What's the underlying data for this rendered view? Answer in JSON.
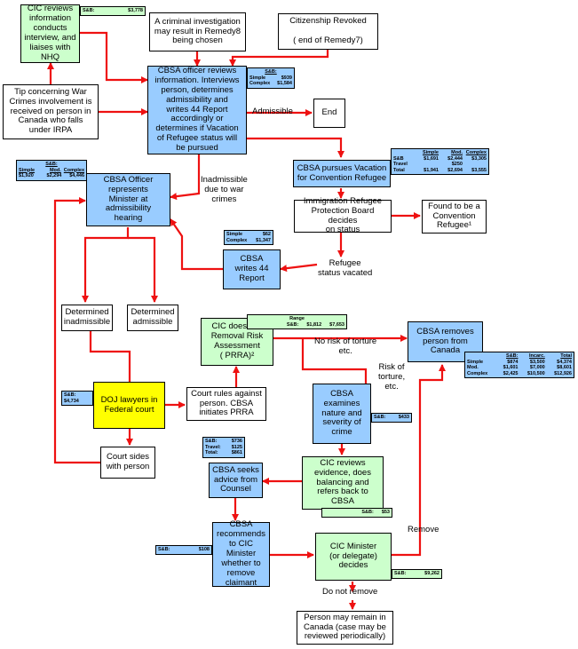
{
  "nodes": {
    "cic_reviews_top": "CIC reviews\ninformation\nconducts\ninterview, and\nliaises with\nNHQ",
    "tip": "Tip concerning War\nCrimes involvement is\nreceived on person in\nCanada who falls\nunder IRPA",
    "criminal_investigation": "A criminal investigation\nmay result in Remedy8\nbeing chosen",
    "citizenship_revoked": "Citizenship Revoked\n\n( end of Remedy7)",
    "cbsa_officer_reviews": "CBSA officer reviews\ninformation. Interviews\nperson, determines\nadmissibility and\nwrites 44 Report\naccordingly or\ndetermines if Vacation\nof Refugee status will\nbe pursued",
    "end": "End",
    "cbsa_pursues_vacation": "CBSA pursues Vacation\nfor Convention Refugee",
    "cbsa_officer_represents": "CBSA Officer\nrepresents\nMinister at\nadmissibility\nhearing",
    "irb_decides": "Immigration Refugee\nProtection Board decides\non status",
    "found_convention_refugee": "Found to be a\nConvention\nRefugee¹",
    "cbsa_writes_44": "CBSA\nwrites 44\nReport",
    "determined_inadmissible": "Determined\ninadmissible",
    "determined_admissible": "Determined\nadmissible",
    "cic_prra": "CIC does Pre\nRemoval Risk\nAssessment\n( PRRA)²",
    "cbsa_removes": "CBSA removes\nperson from\nCanada",
    "doj_lawyers": "DOJ lawyers in\nFederal court",
    "court_rules_against": "Court rules against\nperson. CBSA\ninitiates PRRA",
    "cbsa_examines": "CBSA\nexamines\nnature and\nseverity of\ncrime",
    "court_sides": "Court sides\nwith person",
    "cbsa_seeks_advice": "CBSA seeks\nadvice from\nCounsel",
    "cic_reviews_evidence": "CIC reviews\nevidence, does\nbalancing and\nrefers back to\nCBSA",
    "cbsa_recommends": "CBSA\nrecommends\nto CIC Minister\nwhether to\nremove\nclaimant",
    "cic_minister": "CIC Minister\n(or delegate)\ndecides",
    "person_may_remain": "Person may remain in\nCanada (case may be\nreviewed periodically)"
  },
  "labels": {
    "admissible": "Admissible",
    "inadmissible_war_crimes": "Inadmissible\ndue to war\ncrimes",
    "refugee_status_vacated": "Refugee\nstatus vacated",
    "no_risk_of_torture": "No risk of torture\netc.",
    "risk_of_torture": "Risk of\ntorture,\netc.",
    "remove": "Remove",
    "do_not_remove": "Do not remove"
  },
  "costs": {
    "cic_reviews_top": {
      "label": "S&B:",
      "value": "$3,778"
    },
    "cbsa_officer_reviews": {
      "title": "S&B:",
      "rows": [
        [
          "Simple",
          "$939"
        ],
        [
          "Complex",
          "$1,584"
        ]
      ]
    },
    "cbsa_pursues_vacation": {
      "headers": [
        "Simple",
        "Mod.",
        "Complex"
      ],
      "rows": [
        [
          "S&B",
          "$1,691",
          "$2,444",
          "$3,305"
        ],
        [
          "Travel",
          "",
          "$250",
          ""
        ],
        [
          "Total",
          "$1,941",
          "$2,694",
          "$3,555"
        ]
      ]
    },
    "cbsa_officer_represents": {
      "title": "S&B:",
      "headers": [
        "Simple",
        "Mod.",
        "Complex"
      ],
      "values": [
        "$1,920",
        "$2,294",
        "$4,446"
      ]
    },
    "cbsa_writes_44": {
      "rows": [
        [
          "Simple",
          "$62"
        ],
        [
          "Complex",
          "$1,347"
        ]
      ]
    },
    "cic_prra": {
      "title": "Range",
      "rows": [
        [
          "S&B:",
          "$1,812",
          "$7,653"
        ]
      ]
    },
    "cbsa_removes": {
      "headers": [
        "S&B:",
        "Incarc.",
        "Total"
      ],
      "rows": [
        [
          "Simple",
          "$874",
          "$3,500",
          "$4,374"
        ],
        [
          "Mod.",
          "$1,601",
          "$7,000",
          "$8,601"
        ],
        [
          "Complex",
          "$2,425",
          "$10,500",
          "$12,926"
        ]
      ]
    },
    "doj_lawyers": {
      "rows": [
        [
          "S&B:",
          ""
        ],
        [
          "$4,734",
          ""
        ]
      ]
    },
    "cbsa_examines": {
      "label": "S&B:",
      "value": "$433"
    },
    "cbsa_seeks_advice": {
      "rows": [
        [
          "S&B:",
          "$736"
        ],
        [
          "Travel:",
          "$125"
        ],
        [
          "Total:",
          "$861"
        ]
      ]
    },
    "cic_reviews_evidence": {
      "label": "S&B:",
      "value": "$53"
    },
    "cbsa_recommends": {
      "label": "S&B:",
      "value": "$108"
    },
    "cic_minister": {
      "label": "S&B:",
      "value": "$9,262"
    }
  },
  "colors": {
    "arrow": "#ee1111",
    "blue_box": "#99ccff",
    "green_box": "#ccffcc",
    "yellow_box": "#ffff00"
  }
}
